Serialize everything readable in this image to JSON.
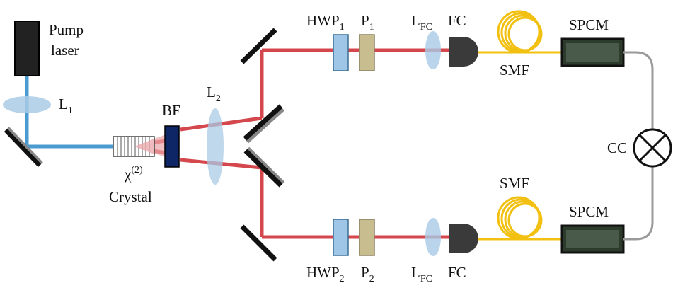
{
  "labels": {
    "pump_line1": "Pump",
    "pump_line2": "laser",
    "l1_main": "L",
    "l1_sub": "1",
    "crystal_chi": "χ",
    "crystal_sup": "(2)",
    "crystal_name": "Crystal",
    "bf": "BF",
    "l2_main": "L",
    "l2_sub": "2",
    "hwp1_main": "HWP",
    "hwp1_sub": "1",
    "p1_main": "P",
    "p1_sub": "1",
    "lfc_top_main": "L",
    "lfc_top_sub": "FC",
    "fc_top": "FC",
    "smf_top": "SMF",
    "spcm_top": "SPCM",
    "cc": "CC",
    "smf_bottom": "SMF",
    "spcm_bottom": "SPCM",
    "hwp2_main": "HWP",
    "hwp2_sub": "2",
    "p2_main": "P",
    "p2_sub": "2",
    "lfc_bottom_main": "L",
    "lfc_bottom_sub": "FC",
    "fc_bottom": "FC"
  },
  "colors": {
    "pump_beam": "#4b9bd1",
    "signal_beam": "#d4474c",
    "lens": "#a9cbe6",
    "hwp": "#9fc6e6",
    "polarizer": "#c8bd8e",
    "fiber": "#f2c010",
    "cable": "#9a9a9a",
    "bf_filter": "#0e2566",
    "spcm_body": "#2c3b2c",
    "fc": "#3a3a3a"
  }
}
